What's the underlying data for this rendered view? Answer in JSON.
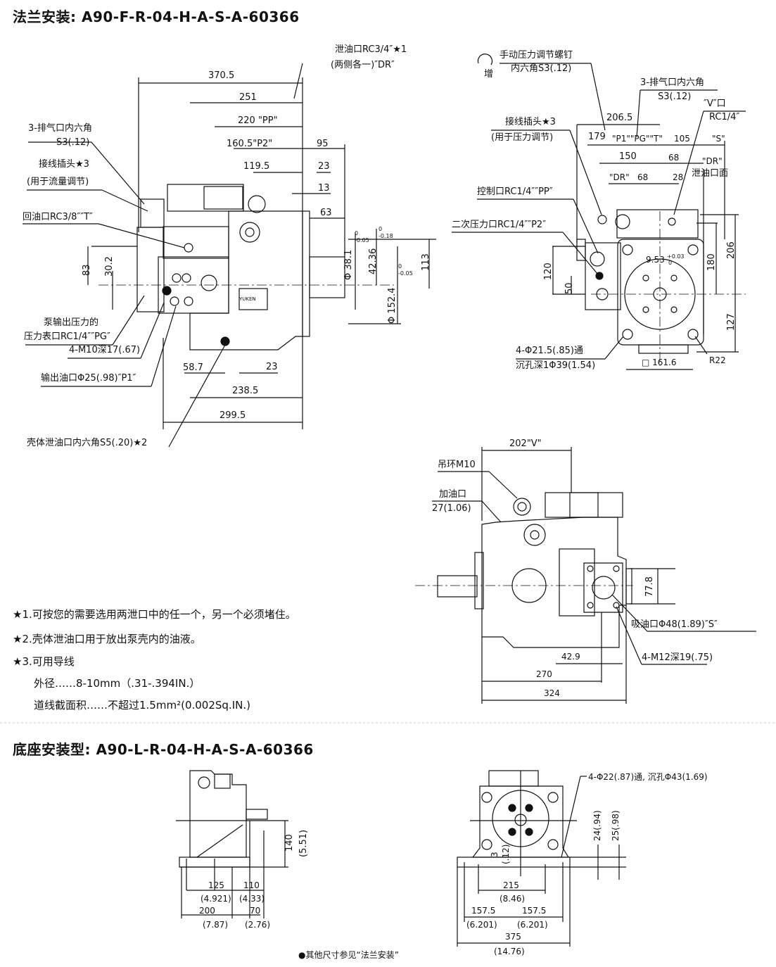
{
  "flange_section": {
    "title": "法兰安装: A90-F-R-04-H-A-S-A-60366",
    "front_view": [
      "泄油口RC3/4″★1",
      "(两侧各一)″DR″",
      "370.5",
      "251",
      "220 \"PP\"",
      "160.5\"P2\"",
      "95",
      "119.5",
      "23",
      "13",
      "63",
      "3-排气口内六角",
      "S3(.12)",
      "接线插头★3",
      "(用于流量调节)",
      "回油口RC3/8″″T″",
      "83",
      "30.2",
      "Φ 38.1",
      "42.36",
      "Φ 152.4",
      "113",
      "泵输出压力的",
      "压力表口RC1/4″″PG″",
      "4-M10深17(.67)",
      "58.7",
      "23",
      "输出油口Φ25(.98)″P1″",
      "238.5",
      "299.5",
      "壳体泄油口内六角S5(.20)★2"
    ],
    "front_tolerances": [
      "0",
      "-0.05",
      "0",
      "-0.18",
      "0",
      "-0.05"
    ],
    "nameplate": "YUKEN",
    "side_view": [
      "增",
      "手动压力调节螺钉",
      "内六角S3(.12)",
      "3-排气口内六角",
      "S3(.12)",
      "″V″口",
      "RC1/4″",
      "206.5",
      "接线插头★3",
      "(用于压力调节)",
      "179",
      "\"P1\"\"PG\"\"T\"",
      "105",
      "\"S\"",
      "150",
      "68",
      "\"DR\"",
      "泄油口面",
      "\"DR\"",
      "68",
      "28",
      "控制口RC1/4″″PP″",
      "二次压力口RC1/4″″P2″",
      "9.53",
      "120",
      "50",
      "180",
      "206",
      "127",
      "4-Φ21.5(.85)通",
      "沉孔深1Φ39(1.54)",
      "□ 161.6",
      "R22"
    ],
    "side_tolerances": [
      "+0.03",
      "0"
    ],
    "rear_view": [
      "202\"V\"",
      "吊环M10",
      "加油口",
      "27(1.06)",
      "77.8",
      "吸油口Φ48(1.89)″S″",
      "4-M12深19(.75)",
      "42.9",
      "270",
      "324"
    ],
    "notes": [
      "★1.可按您的需要选用两泄口中的任一个，另一个必须堵住。",
      "★2.壳体泄油口用于放出泵壳内的油液。",
      "★3.可用导线",
      "外径……8-10mm（.31-.394IN.）",
      "道线截面积……不超过1.5mm²(0.002Sq.IN.)"
    ]
  },
  "base_section": {
    "title": "底座安装型: A90-L-R-04-H-A-S-A-60366",
    "left_view": [
      "140",
      "(5.51)",
      "125",
      "110",
      "(4.921)",
      "(4.33)",
      "200",
      "70",
      "(7.87)",
      "(2.76)"
    ],
    "right_view": [
      "4-Φ22(.87)通, 沉孔Φ43(1.69)",
      "24(.94)",
      "25(.98)",
      "3",
      "(.12)",
      "215",
      "(8.46)",
      "157.5",
      "157.5",
      "(6.201)",
      "(6.201)",
      "375",
      "(14.76)"
    ],
    "footnote": "●其他尺寸参见“法兰安装”"
  },
  "colors": {
    "ink": "#111111",
    "background": "#ffffff"
  }
}
